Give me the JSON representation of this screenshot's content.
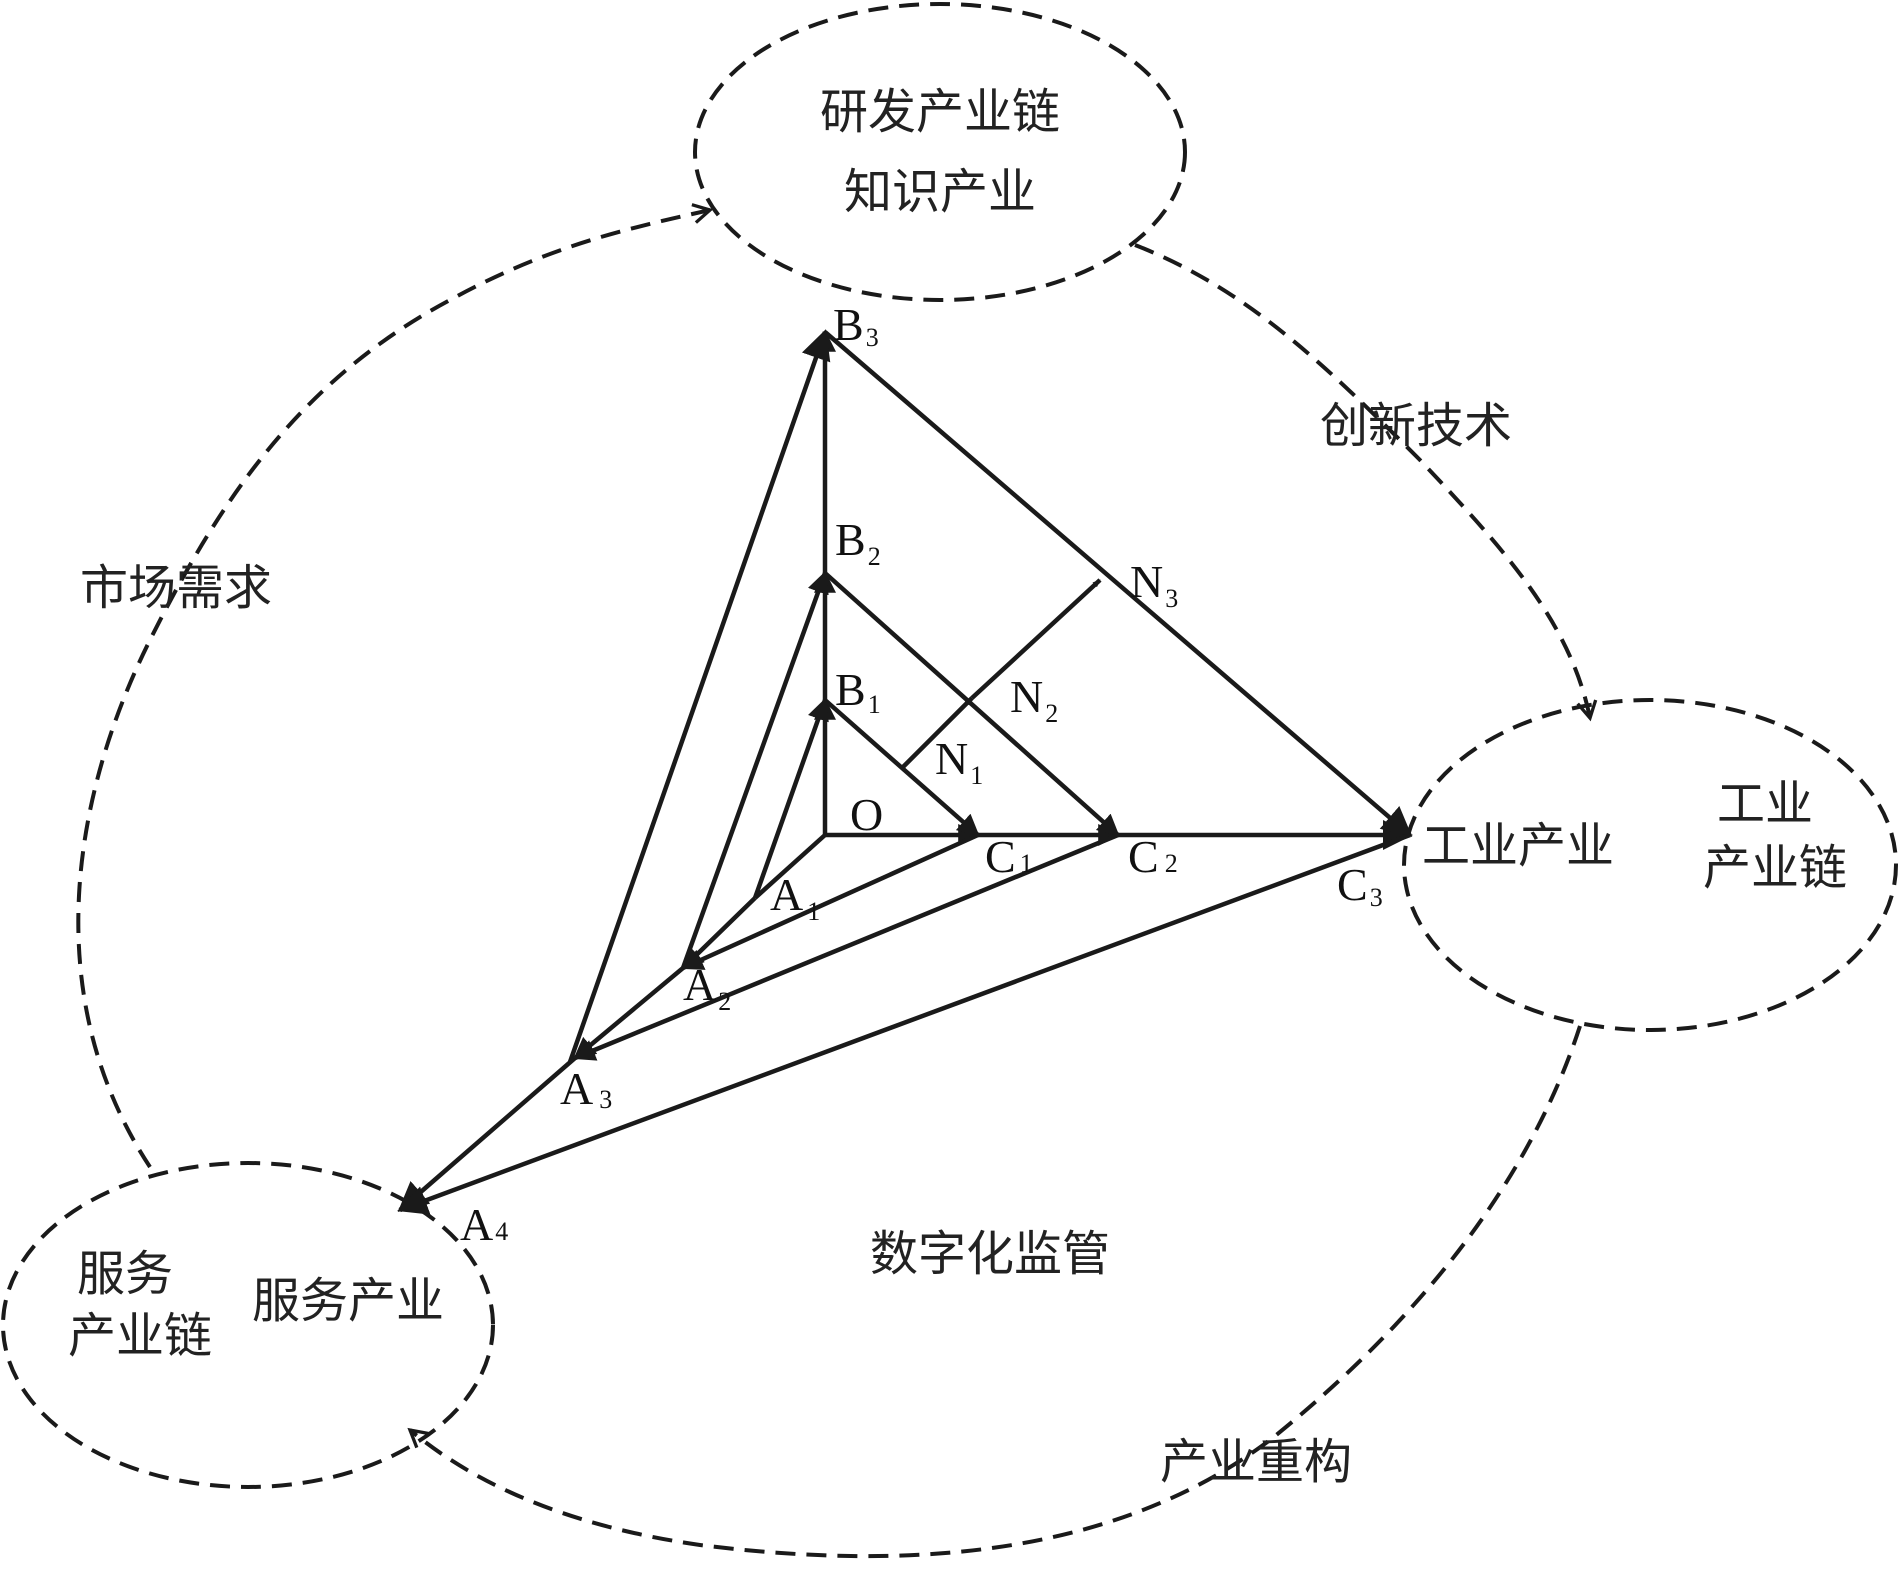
{
  "nodes": {
    "research": {
      "line1": "研发产业链",
      "line2": "知识产业"
    },
    "industry": {
      "chain_line1": "工业",
      "chain_line2": "产业链",
      "sector": "工业产业"
    },
    "service": {
      "chain_line1": "服务",
      "chain_line2": "产业链",
      "sector": "服务产业"
    }
  },
  "flows": {
    "market_demand": "市场需求",
    "innovation_tech": "创新技术",
    "industry_restructuring": "产业重构"
  },
  "center_label": "数字化监管",
  "points": {
    "O": "O",
    "A1": {
      "letter": "A",
      "sub": "1"
    },
    "A2": {
      "letter": "A",
      "sub": "2"
    },
    "A3": {
      "letter": "A",
      "sub": "3"
    },
    "A4": {
      "letter": "A",
      "sub": "4"
    },
    "B1": {
      "letter": "B",
      "sub": "1"
    },
    "B2": {
      "letter": "B",
      "sub": "2"
    },
    "B3": {
      "letter": "B",
      "sub": "3"
    },
    "C1": {
      "letter": "C",
      "sub": "1"
    },
    "C2": {
      "letter": "C",
      "sub": "2"
    },
    "C3": {
      "letter": "C",
      "sub": "3"
    },
    "N1": {
      "letter": "N",
      "sub": "1"
    },
    "N2": {
      "letter": "N",
      "sub": "2"
    },
    "N3": {
      "letter": "N",
      "sub": "3"
    }
  }
}
